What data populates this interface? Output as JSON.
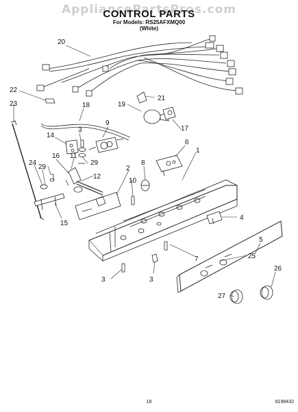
{
  "watermark": "AppliancePartsPros.com",
  "header": {
    "title": "CONTROL PARTS",
    "models_line": "For Models: RS25AFXMQ00",
    "color_line": "(White)"
  },
  "footer": {
    "page_number": "18",
    "part_number": "8198432"
  },
  "callouts": {
    "c1": "1",
    "c2": "2",
    "c3a": "3",
    "c3b": "3",
    "c3c": "3",
    "c4": "4",
    "c5": "5",
    "c6": "6",
    "c7": "7",
    "c8": "8",
    "c9": "9",
    "c10": "10",
    "c11": "11",
    "c12": "12",
    "c14": "14",
    "c15": "15",
    "c16": "16",
    "c17": "17",
    "c18": "18",
    "c19": "19",
    "c20": "20",
    "c21": "21",
    "c22": "22",
    "c23": "23",
    "c24": "24",
    "c25": "25",
    "c26": "26",
    "c27": "27",
    "c29a": "29",
    "c29b": "29"
  }
}
